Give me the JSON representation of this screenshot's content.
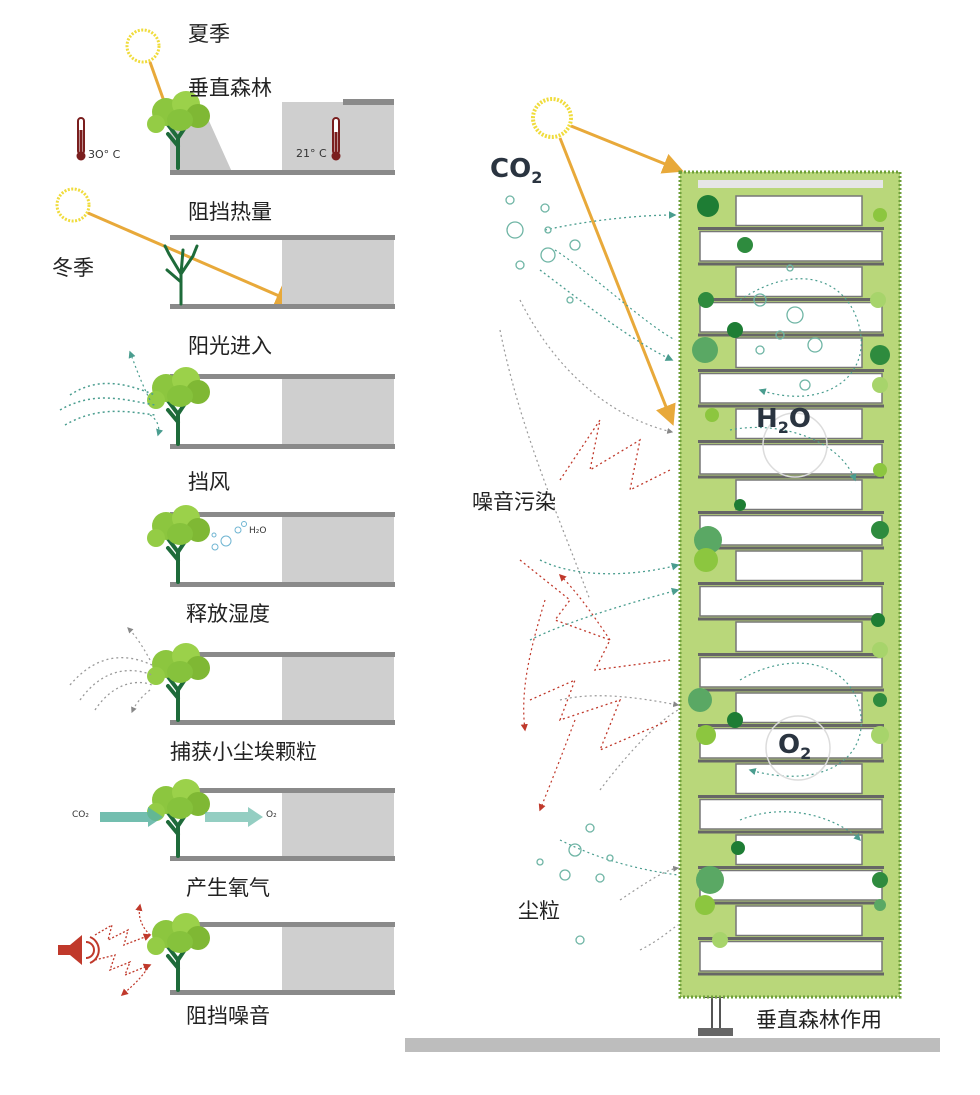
{
  "left_panel": {
    "season_summer": "夏季",
    "title_vertical_forest": "垂直森林",
    "temp_outside": "3O° C",
    "temp_inside": "21° C",
    "items": [
      {
        "label": "阻挡热量"
      },
      {
        "label": "阳光进入"
      },
      {
        "label": "挡风"
      },
      {
        "label": "释放湿度"
      },
      {
        "label": "捕获小尘埃颗粒"
      },
      {
        "label": "产生氧气"
      },
      {
        "label": "阻挡噪音"
      }
    ],
    "season_winter": "冬季",
    "h2o_small": "H₂O",
    "co2_small": "CO₂",
    "o2_small": "O₂"
  },
  "right_panel": {
    "co2_label": "CO",
    "co2_sub": "2",
    "h2o_label_a": "H",
    "h2o_sub": "2",
    "h2o_label_b": "O",
    "o2_label": "O",
    "o2_sub": "2",
    "noise_label": "噪音污染",
    "dust_label": "尘粒",
    "caption": "垂直森林作用"
  },
  "colors": {
    "tree": "#8cc63f",
    "trunk": "#1e6b3a",
    "sun": "#f0dc3c",
    "sunbeam": "#e8a93a",
    "building_gray": "#cfcfcf",
    "slab": "#8a8a8a",
    "facade_green": "#b9d77a",
    "dark_green": "#2e7d32",
    "noise_red": "#c0392b",
    "air_teal": "#4a9d8f"
  }
}
